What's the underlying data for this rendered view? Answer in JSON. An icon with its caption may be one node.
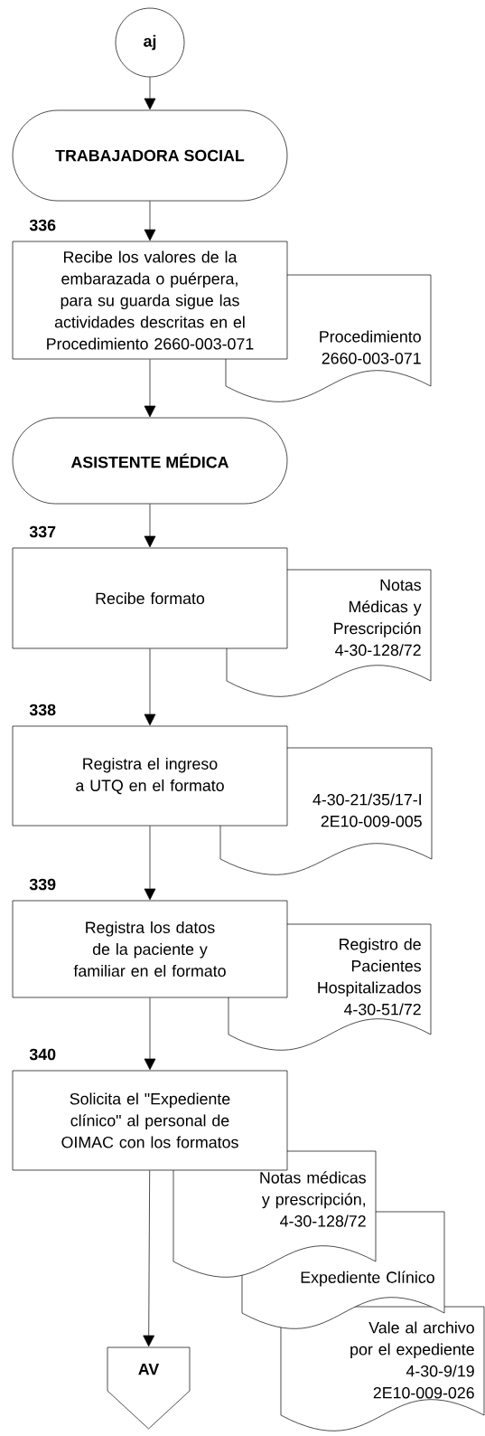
{
  "diagram": {
    "nodes": [
      {
        "text": [
          "aj"
        ]
      },
      {
        "text": [
          "TRABAJADORA SOCIAL"
        ]
      },
      {
        "text": [
          "Recibe los valores de la embarazada o puérpera, para su guarda sigue las actividades descritas en el Procedimiento 2660-003-071"
        ],
        "beside": [
          "336"
        ]
      },
      {
        "text": [
          "Procedimiento 2660-003-071"
        ]
      },
      {
        "text": [
          "ASISTENTE MÉDICA"
        ]
      },
      {
        "text": [
          "Recibe formato"
        ],
        "beside": [
          "337"
        ]
      },
      {
        "text": [
          "Notas Médicas y Prescripción 4-30-128/72"
        ]
      },
      {
        "text": [
          "Registra el ingreso a UTQ en el formato"
        ],
        "beside": [
          "338"
        ]
      },
      {
        "text": [
          "4-30-21/35/17-I 2E10-009-005"
        ]
      },
      {
        "text": [
          "Registra los datos de la paciente y familiar en el formato"
        ],
        "beside": [
          "339"
        ]
      },
      {
        "text": [
          "Registro de Pacientes Hospitalizados 4-30-51/72"
        ]
      },
      {
        "text": [
          "Solicita el \"Expediente clínico\" al personal de OIMAC con los formatos"
        ],
        "beside": [
          "340"
        ]
      },
      {
        "text": [
          "Notas médicas y prescripción, 4-30-128/72"
        ]
      },
      {
        "text": [
          "Expediente Clínico"
        ]
      },
      {
        "text": [
          "Vale al archivo por el expediente 4-30-9/19 2E10-009-026"
        ]
      },
      {
        "text": [
          "AV"
        ]
      }
    ],
    "edges": [
      {
        "from": 0,
        "to": 1,
        "arrow": "to"
      },
      {
        "from": 1,
        "to": 2,
        "arrow": "to"
      },
      {
        "from": 2,
        "to": 4,
        "arrow": "to"
      },
      {
        "from": 4,
        "to": 5,
        "arrow": "to"
      },
      {
        "from": 5,
        "to": 7,
        "arrow": "to"
      },
      {
        "from": 7,
        "to": 9,
        "arrow": "to"
      },
      {
        "from": 9,
        "to": 11,
        "arrow": "to"
      },
      {
        "from": 11,
        "to": 15,
        "arrow": "to"
      }
    ]
  }
}
